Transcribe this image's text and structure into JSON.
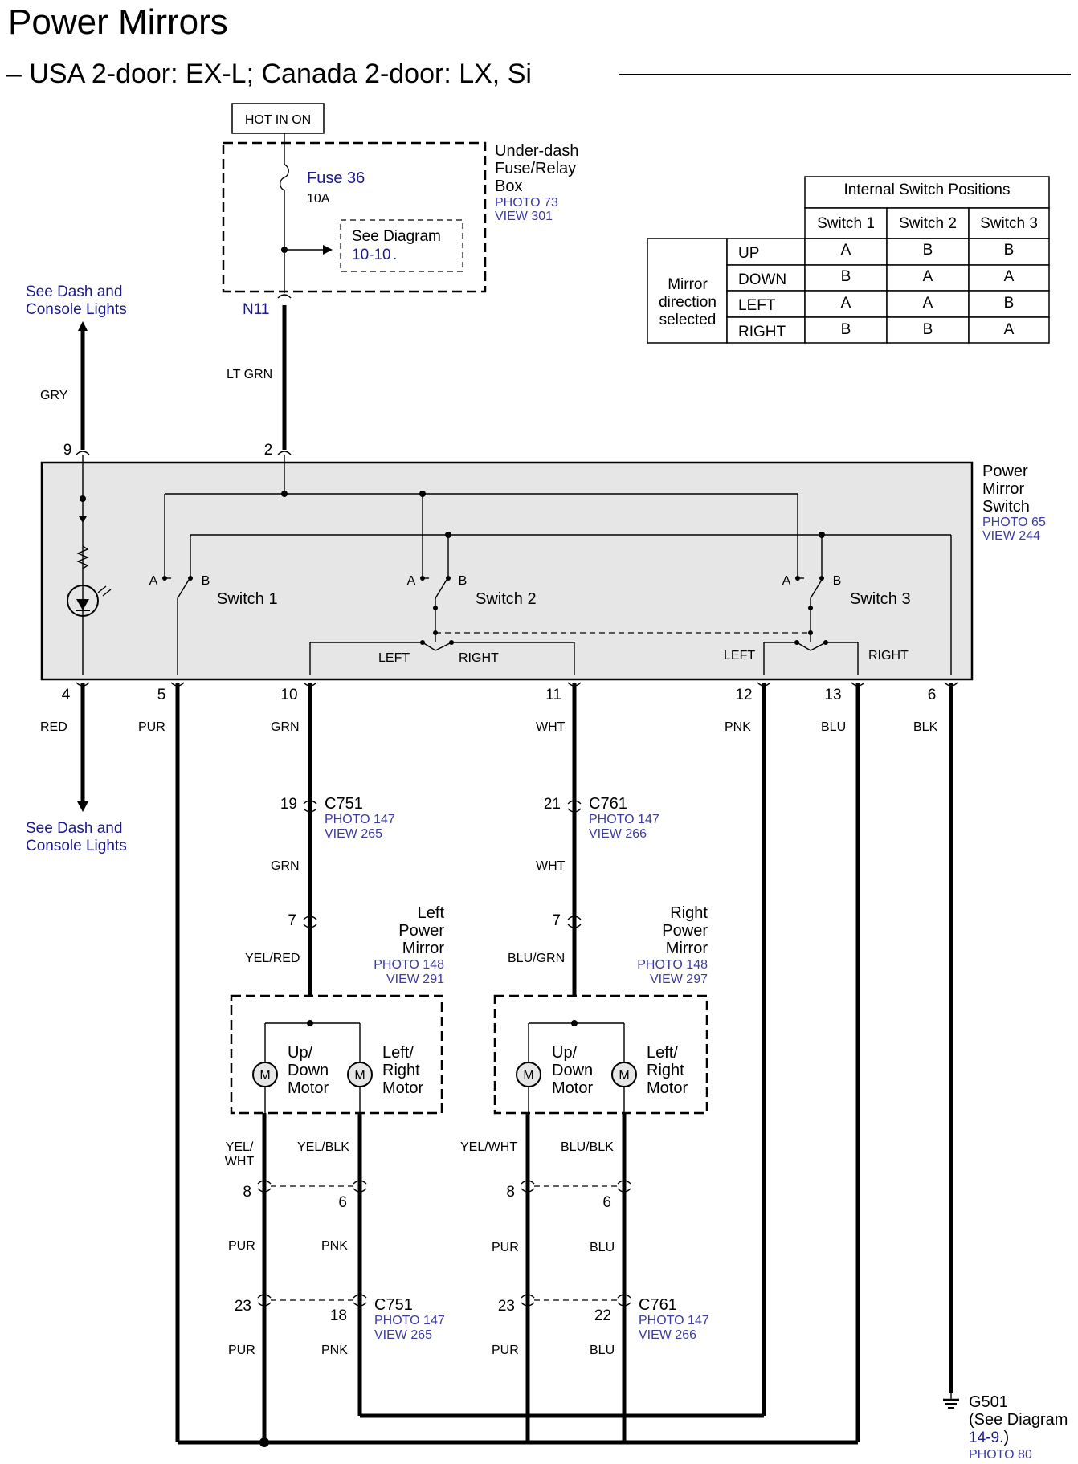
{
  "title": "Power Mirrors",
  "subtitle": "– USA 2-door: EX-L; Canada 2-door: LX, Si",
  "hot_in_on": "HOT IN ON",
  "fuse_box": {
    "name_lines": [
      "Under-dash",
      "Fuse/Relay",
      "Box"
    ],
    "photo": "PHOTO 73",
    "view": "VIEW 301",
    "fuse_label": "Fuse 36",
    "fuse_rating": "10A",
    "see_diagram": "See Diagram",
    "see_diagram_ref": "10-10",
    "connector": "N11"
  },
  "dash_lights_top": [
    "See Dash and",
    "Console Lights"
  ],
  "dash_lights_bottom": [
    "See Dash and",
    "Console Lights"
  ],
  "switch_table": {
    "heading": "Internal Switch Positions",
    "columns": [
      "Switch 1",
      "Switch 2",
      "Switch 3"
    ],
    "row_header": [
      "Mirror",
      "direction",
      "selected"
    ],
    "rows": [
      {
        "dir": "UP",
        "values": [
          "A",
          "B",
          "B"
        ]
      },
      {
        "dir": "DOWN",
        "values": [
          "B",
          "A",
          "A"
        ]
      },
      {
        "dir": "LEFT",
        "values": [
          "A",
          "A",
          "B"
        ]
      },
      {
        "dir": "RIGHT",
        "values": [
          "B",
          "B",
          "A"
        ]
      }
    ]
  },
  "power_mirror_switch": {
    "name_lines": [
      "Power",
      "Mirror",
      "Switch"
    ],
    "photo": "PHOTO 65",
    "view": "VIEW 244",
    "switches": [
      "Switch 1",
      "Switch 2",
      "Switch 3"
    ],
    "pos_a": "A",
    "pos_b": "B",
    "left": "LEFT",
    "right": "RIGHT",
    "top_pins": [
      "9",
      "2"
    ],
    "bottom_pins": [
      "4",
      "5",
      "10",
      "11",
      "12",
      "13",
      "6"
    ]
  },
  "wires": {
    "gry": "GRY",
    "lt_grn": "LT GRN",
    "red": "RED",
    "pur": "PUR",
    "grn": "GRN",
    "wht": "WHT",
    "pnk": "PNK",
    "blu": "BLU",
    "blk": "BLK",
    "yel_red": "YEL/RED",
    "blu_grn": "BLU/GRN",
    "yel_wht_left": [
      "YEL/",
      "WHT"
    ],
    "yel_blk": "YEL/BLK",
    "yel_wht_right": "YEL/WHT",
    "blu_blk": "BLU/BLK"
  },
  "connectors": {
    "c751_upper": {
      "name": "C751",
      "pin": "19",
      "photo": "PHOTO 147",
      "view": "VIEW 265"
    },
    "c761_upper": {
      "name": "C761",
      "pin": "21",
      "photo": "PHOTO 147",
      "view": "VIEW 266"
    },
    "c751_lower": {
      "name": "C751",
      "pins": [
        "23",
        "18"
      ],
      "photo": "PHOTO 147",
      "view": "VIEW 265"
    },
    "c761_lower": {
      "name": "C761",
      "pins": [
        "23",
        "22"
      ],
      "photo": "PHOTO 147",
      "view": "VIEW 266"
    }
  },
  "left_mirror": {
    "name_lines": [
      "Left",
      "Power",
      "Mirror"
    ],
    "photo": "PHOTO 148",
    "view": "VIEW 291",
    "in_pin": "7",
    "out_pins": [
      "8",
      "6"
    ],
    "motor1": [
      "Up/",
      "Down",
      "Motor"
    ],
    "motor2": [
      "Left/",
      "Right",
      "Motor"
    ],
    "motor_symbol": "M"
  },
  "right_mirror": {
    "name_lines": [
      "Right",
      "Power",
      "Mirror"
    ],
    "photo": "PHOTO 148",
    "view": "VIEW 297",
    "in_pin": "7",
    "out_pins": [
      "8",
      "6"
    ],
    "motor1": [
      "Up/",
      "Down",
      "Motor"
    ],
    "motor2": [
      "Left/",
      "Right",
      "Motor"
    ],
    "motor_symbol": "M"
  },
  "ground": {
    "name": "G501",
    "see_lines": [
      "(See Diagram"
    ],
    "ref": "14-9",
    "ref_suffix": ".)",
    "photo": "PHOTO 80"
  }
}
